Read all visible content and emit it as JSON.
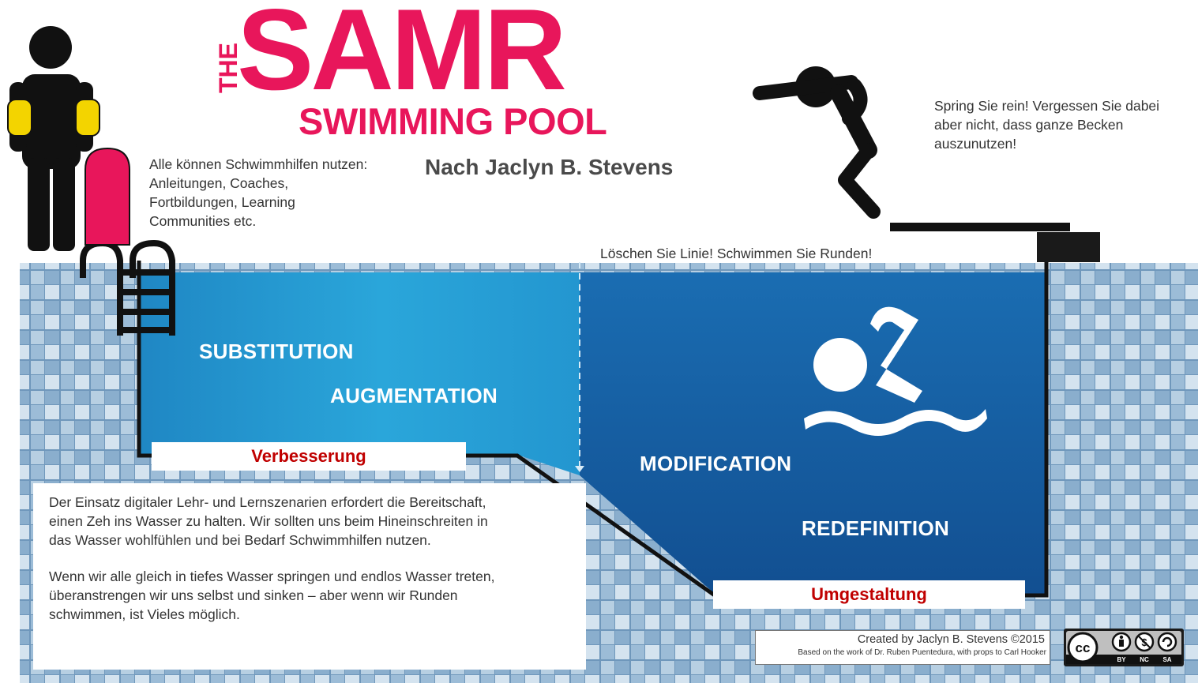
{
  "logo": {
    "the": "THE",
    "samr": "SAMR",
    "subtitle": "SWIMMING POOL",
    "color": "#e8165b"
  },
  "attribution": "Nach Jaclyn B. Stevens",
  "notes": {
    "aids_lines": [
      "Alle können Schwimmhilfen nutzen:",
      "Anleitungen, Coaches,",
      "Fortbildungen, Learning",
      "Communities etc."
    ],
    "jump_lines": [
      "Spring Sie rein! Vergessen Sie dabei",
      "aber nicht, dass ganze Becken",
      "auszunutzen!"
    ],
    "line": "Löschen Sie Linie! Schwimmen Sie Runden!"
  },
  "stages": {
    "substitution": "SUBSTITUTION",
    "augmentation": "AUGMENTATION",
    "modification": "MODIFICATION",
    "redefinition": "REDEFINITION"
  },
  "labels": {
    "enhancement": "Verbesserung",
    "transformation": "Umgestaltung",
    "label_color": "#c00000"
  },
  "description": {
    "paragraph1_lines": [
      "Der Einsatz digitaler Lehr- und Lernszenarien erfordert die Bereitschaft,",
      "einen Zeh ins Wasser zu halten. Wir sollten uns beim Hineinschreiten in",
      "das Wasser wohlfühlen und bei Bedarf Schwimmhilfen nutzen."
    ],
    "paragraph2_lines": [
      "Wenn wir alle gleich in tiefes Wasser springen und endlos Wasser treten,",
      "überanstrengen wir uns selbst und sinken – aber wenn wir Runden",
      "schwimmen, ist Vieles möglich."
    ]
  },
  "credit": {
    "line1": "Created by Jaclyn B. Stevens ©2015",
    "line2": "Based on the work of Dr. Ruben Puentedura, with props to Carl Hooker"
  },
  "license": {
    "cc": "cc",
    "by": "BY",
    "nc": "NC",
    "sa": "SA"
  },
  "colors": {
    "shallow_water": "#29a3d6",
    "deep_water": "#155a9e",
    "tiles": "#8fb4d0",
    "figure": "#111111",
    "arm_floats": "#f3d400",
    "kickboard": "#e8165b"
  }
}
